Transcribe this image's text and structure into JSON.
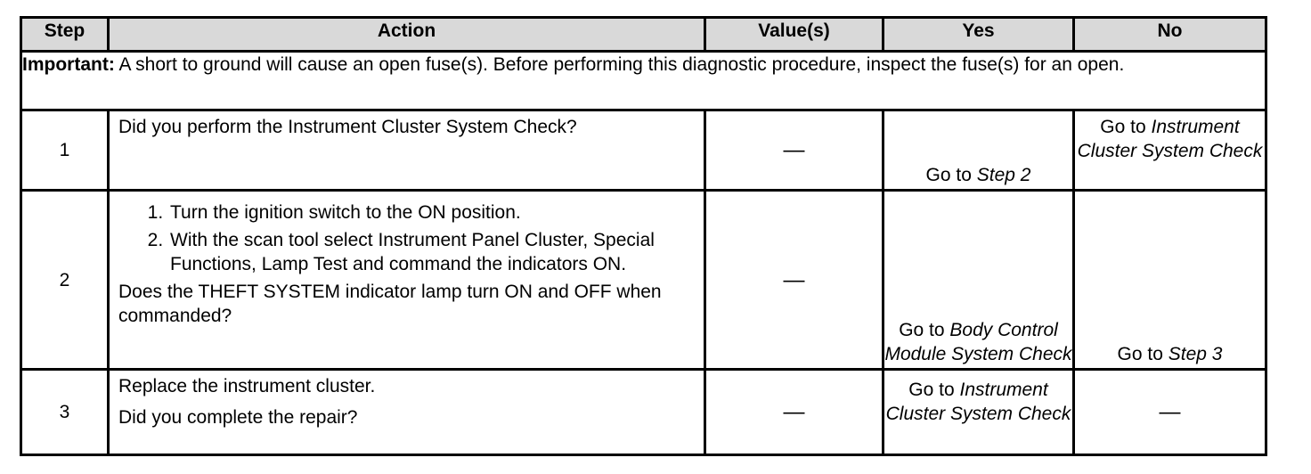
{
  "headers": {
    "step": "Step",
    "action": "Action",
    "values": "Value(s)",
    "yes": "Yes",
    "no": "No"
  },
  "important": {
    "label": "Important:",
    "text": " A short to ground will cause an open fuse(s). Before performing this diagnostic procedure, inspect the fuse(s) for an open."
  },
  "rows": [
    {
      "step": "1",
      "question": "Did you perform the Instrument Cluster System Check?",
      "value": "—",
      "yes_prefix": "Go to ",
      "yes_link": "Step 2",
      "no_prefix": "Go to ",
      "no_link": "Instrument Cluster System Check"
    },
    {
      "step": "2",
      "substeps": [
        "Turn the ignition switch to the ON position.",
        "With the scan tool select Instrument Panel Cluster, Special Functions, Lamp Test and command the indicators ON."
      ],
      "question": "Does the THEFT SYSTEM indicator lamp turn ON and OFF when commanded?",
      "value": "—",
      "yes_prefix": "Go to ",
      "yes_link": "Body Control Module System Check",
      "no_prefix": "Go to ",
      "no_link": "Step 3"
    },
    {
      "step": "3",
      "instruction": "Replace the instrument cluster.",
      "question": "Did you complete the repair?",
      "value": "—",
      "yes_prefix": "Go to ",
      "yes_link": "Instrument Cluster System Check",
      "no": "—"
    }
  ]
}
